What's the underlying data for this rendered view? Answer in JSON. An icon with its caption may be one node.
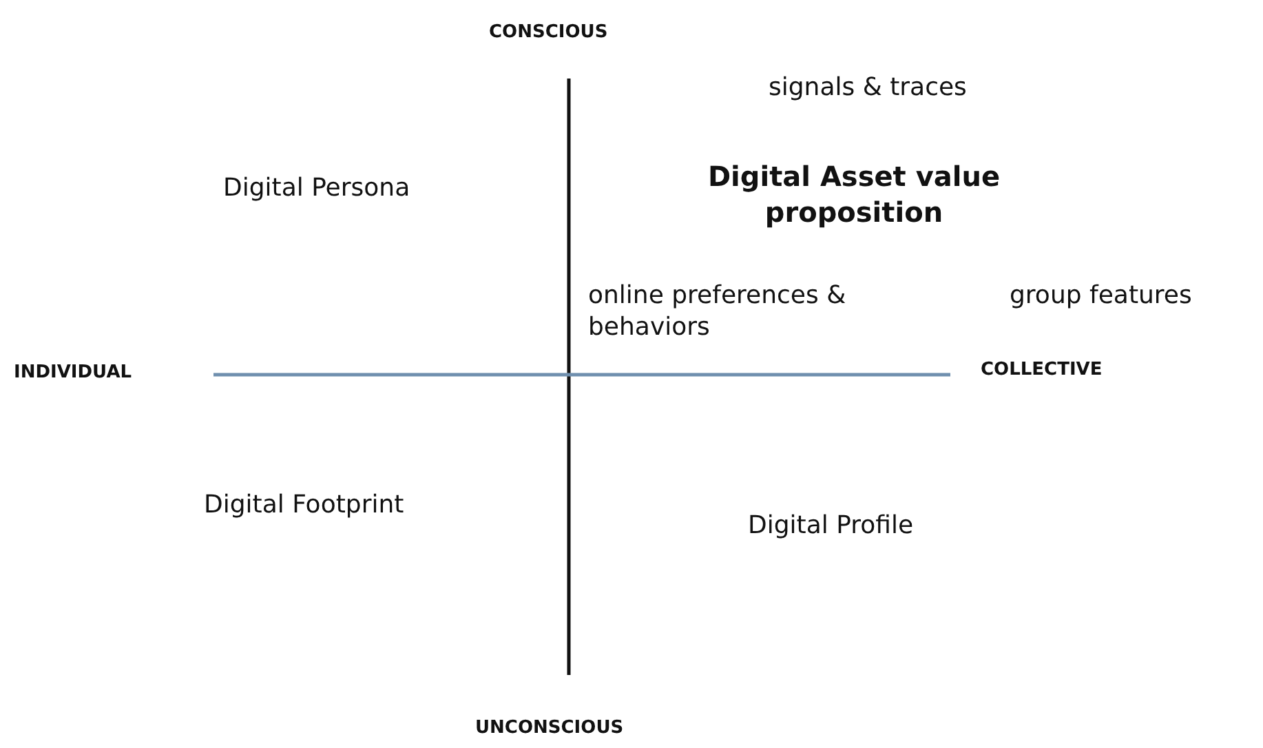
{
  "diagram": {
    "labels": [
      "CONSCIOUS",
      "signals & traces",
      "Digital Persona",
      "Digital Asset value proposition",
      "online preferences & behaviors",
      "group features",
      "INDIVIDUAL",
      "COLLECTIVE",
      "Digital Footprint",
      "Digital Profile",
      "UNCONSCIOUS"
    ]
  }
}
